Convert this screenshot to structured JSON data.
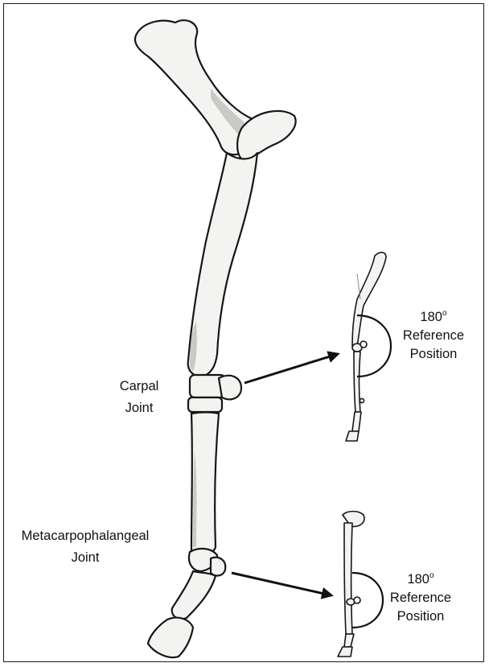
{
  "labels": {
    "carpal_line1": "Carpal",
    "carpal_line2": "Joint",
    "meta_line1": "Metacarpophalangeal",
    "meta_line2": "Joint"
  },
  "ref_upper": {
    "angle_value": "180",
    "angle_sup": "o",
    "line1": "Reference",
    "line2": "Position"
  },
  "ref_lower": {
    "angle_value": "180",
    "angle_sup": "o",
    "line1": "Reference",
    "line2": "Position"
  },
  "colors": {
    "bone_fill": "#f3f3f1",
    "bone_shade": "#c9c9c6",
    "outline": "#161616",
    "arrow": "#111111"
  }
}
